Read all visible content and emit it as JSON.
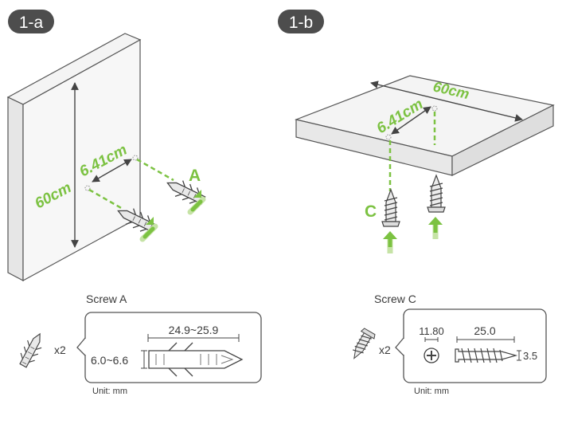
{
  "panels": {
    "a": {
      "badge": "1-a",
      "height_dim": "60cm",
      "spacing_dim": "6.41cm",
      "anchor_letter": "A"
    },
    "b": {
      "badge": "1-b",
      "width_dim": "60cm",
      "spacing_dim": "6.41cm",
      "screw_letter": "C"
    }
  },
  "specs": {
    "screw_a": {
      "title": "Screw A",
      "qty": "x2",
      "length": "24.9~25.9",
      "diameter": "6.0~6.6",
      "unit": "Unit: mm"
    },
    "screw_c": {
      "title": "Screw C",
      "qty": "x2",
      "head": "11.80",
      "length": "25.0",
      "diameter": "3.5",
      "unit": "Unit: mm"
    }
  },
  "colors": {
    "accent_green": "#7cc242",
    "badge_bg": "#4d4d4d",
    "line": "#4a4a4a",
    "surface": "#f2f2f2"
  }
}
